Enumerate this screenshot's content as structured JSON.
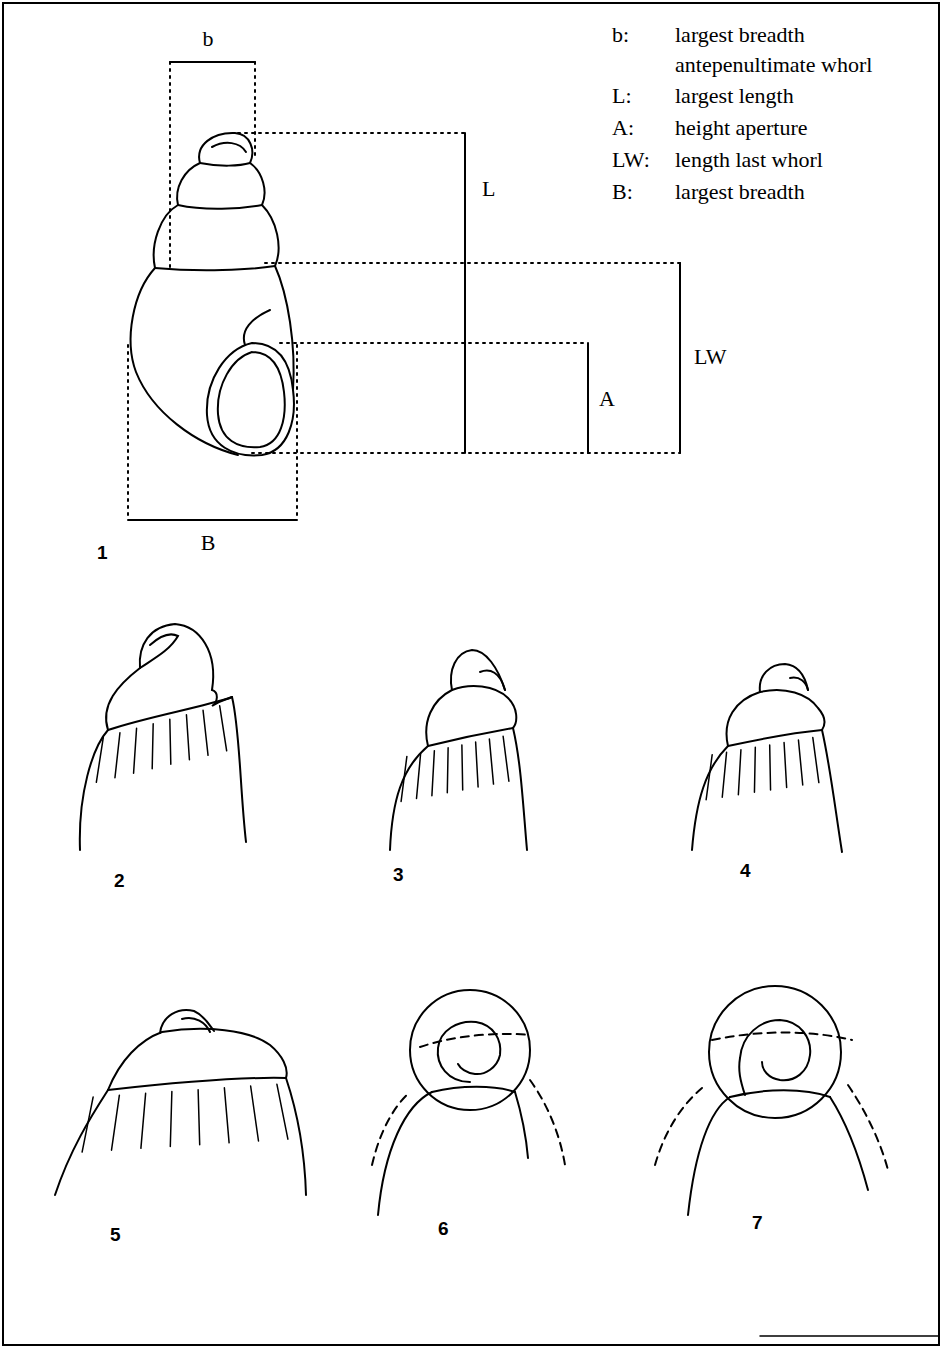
{
  "diagram": {
    "labels": [
      "b",
      "L",
      "A",
      "LW",
      "B",
      "1",
      "b:",
      "largest breadth antepenultimate whorl",
      "L:",
      "largest length",
      "A:",
      "height aperture",
      "LW:",
      "length last whorl",
      "B:",
      "largest breadth",
      "2",
      "3",
      "4",
      "5",
      "6",
      "7"
    ]
  }
}
